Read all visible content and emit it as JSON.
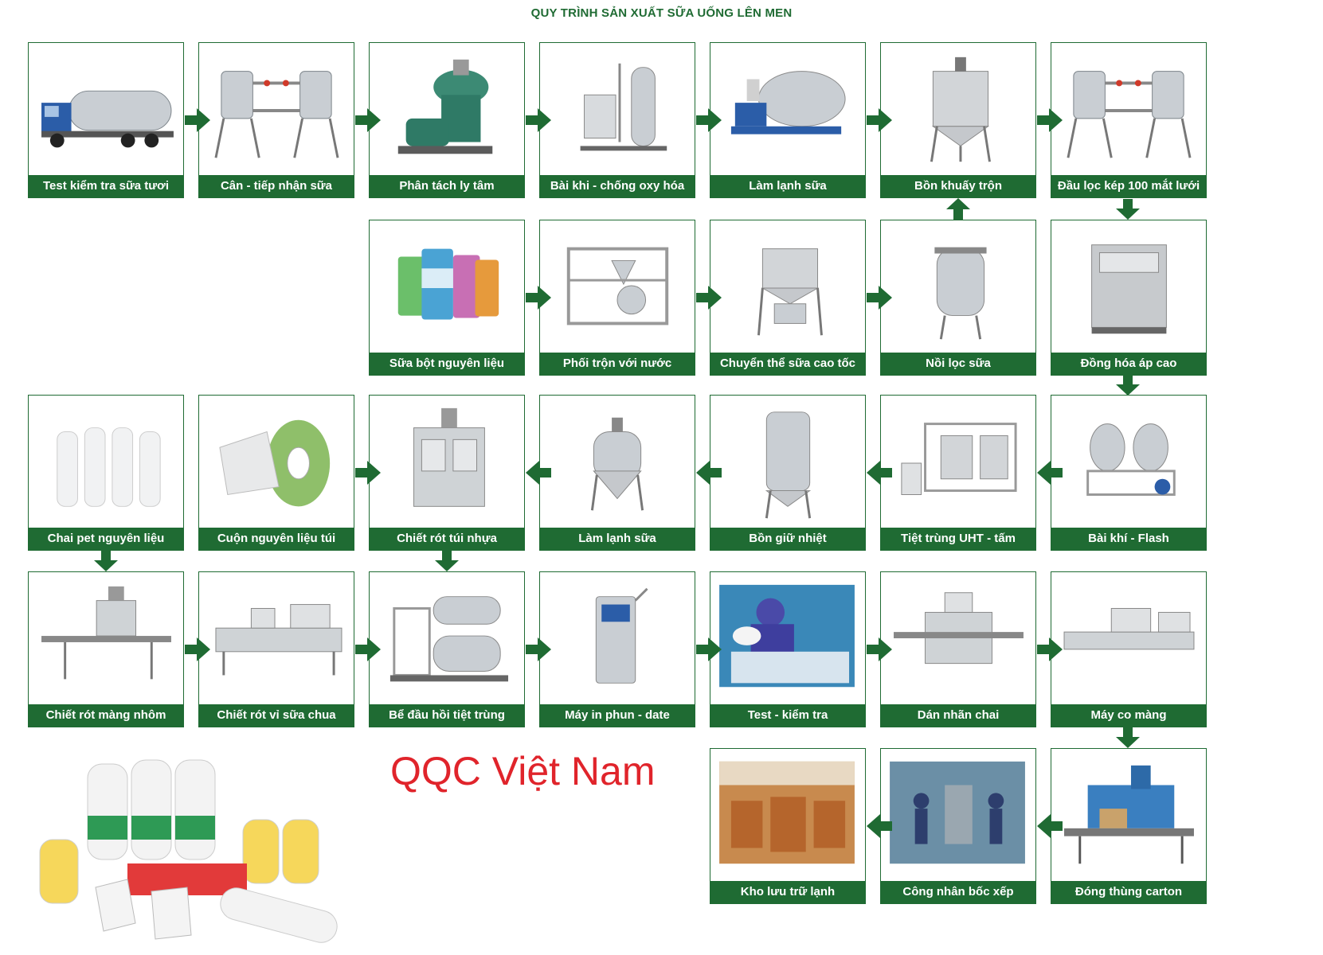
{
  "title": "QUY TRÌNH SẢN XUẤT SỮA UỐNG LÊN MEN",
  "brand": "QQC Việt Nam",
  "colors": {
    "primary_green": "#1f6b33",
    "brand_red": "#e0242b"
  },
  "steps": {
    "s1": {
      "label": "Test kiểm tra sữa tươi",
      "icon": "milk-tanker-truck-icon"
    },
    "s2": {
      "label": "Cân - tiếp nhận sữa",
      "icon": "twin-filter-tank-icon"
    },
    "s3": {
      "label": "Phân tách ly tâm",
      "icon": "centrifuge-separator-icon"
    },
    "s4": {
      "label": "Bài khi - chống oxy hóa",
      "icon": "deaerator-icon"
    },
    "s5": {
      "label": "Làm lạnh sữa",
      "icon": "cooling-tank-icon"
    },
    "s6": {
      "label": "Bồn khuấy trộn",
      "icon": "mixing-tank-icon"
    },
    "s7": {
      "label": "Đầu lọc kép 100 mắt lưới",
      "icon": "twin-filter-tank-icon"
    },
    "s8": {
      "label": "Sữa bột nguyên liệu",
      "icon": "milk-powder-cans-icon"
    },
    "s9": {
      "label": "Phối trộn với nước",
      "icon": "mixer-frame-icon"
    },
    "s10": {
      "label": "Chuyển thể sữa cao tốc",
      "icon": "emulsifier-icon"
    },
    "s11": {
      "label": "Nồi lọc sữa",
      "icon": "filter-vessel-icon"
    },
    "s12": {
      "label": "Đồng hóa áp cao",
      "icon": "homogenizer-icon"
    },
    "s13": {
      "label": "Chai pet nguyên liệu",
      "icon": "pet-bottles-icon"
    },
    "s14": {
      "label": "Cuộn nguyên liệu túi",
      "icon": "film-roll-icon"
    },
    "s15": {
      "label": "Chiết rót túi nhựa",
      "icon": "pouch-filler-icon"
    },
    "s16": {
      "label": "Làm lạnh sữa",
      "icon": "cooling-vessel-icon"
    },
    "s17": {
      "label": "Bồn giữ nhiệt",
      "icon": "holding-tank-icon"
    },
    "s18": {
      "label": "Tiệt trùng UHT - tấm",
      "icon": "plate-sterilizer-icon"
    },
    "s19": {
      "label": "Bài khí - Flash",
      "icon": "flash-deaerator-icon"
    },
    "s20": {
      "label": "Chiết rót màng nhôm",
      "icon": "bottle-filling-line-icon"
    },
    "s21": {
      "label": "Chiết rót vỉ sữa chua",
      "icon": "cup-filling-machine-icon"
    },
    "s22": {
      "label": "Bể đầu hồi tiệt trùng",
      "icon": "retort-sterilizer-icon"
    },
    "s23": {
      "label": "Máy in phun - date",
      "icon": "inkjet-printer-icon"
    },
    "s24": {
      "label": "Test - kiểm tra",
      "icon": "lab-inspection-icon"
    },
    "s25": {
      "label": "Dán nhãn chai",
      "icon": "labeling-machine-icon"
    },
    "s26": {
      "label": "Máy co màng",
      "icon": "shrink-wrap-machine-icon"
    },
    "s27": {
      "label": "Kho lưu trữ lạnh",
      "icon": "cold-storage-icon"
    },
    "s28": {
      "label": "Công nhân bốc xếp",
      "icon": "workers-icon"
    },
    "s29": {
      "label": "Đóng thùng carton",
      "icon": "carton-packer-icon"
    }
  }
}
